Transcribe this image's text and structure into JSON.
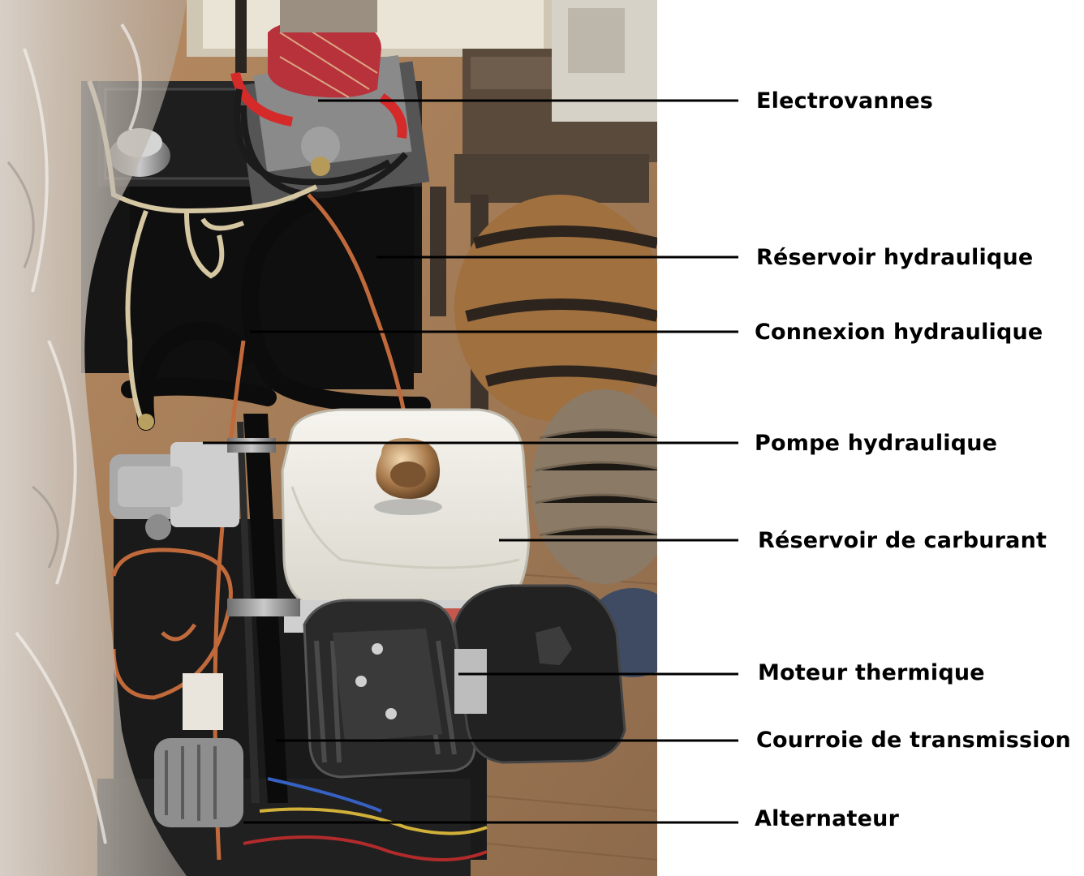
{
  "labels": [
    {
      "id": "electrovannes",
      "text": "Electrovannes"
    },
    {
      "id": "reservoir-hydraulique",
      "text": "Réservoir hydraulique"
    },
    {
      "id": "connexion-hydraulique",
      "text": "Connexion hydraulique"
    },
    {
      "id": "pompe-hydraulique",
      "text": "Pompe hydraulique"
    },
    {
      "id": "reservoir-carburant",
      "text": "Réservoir de carburant"
    },
    {
      "id": "moteur-thermique",
      "text": "Moteur thermique"
    },
    {
      "id": "courroie-transmission",
      "text": "Courroie de transmission"
    },
    {
      "id": "alternateur",
      "text": "Alternateur"
    }
  ],
  "colors": {
    "leader": "#000000",
    "text": "#000000",
    "background": "#ffffff"
  }
}
